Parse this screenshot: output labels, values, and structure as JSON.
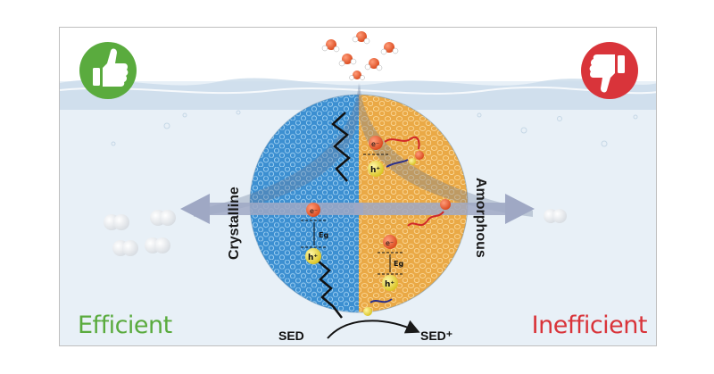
{
  "labels": {
    "crystalline": "Crystalline",
    "amorphous": "Amorphous",
    "efficient": "Efficient",
    "inefficient": "Inefficient",
    "sed": "SED",
    "sed_plus": "SED⁺",
    "electron": "e⁻",
    "hole": "h⁺",
    "bandgap": "Eg"
  },
  "icons": {
    "good": "thumbs-up-icon",
    "bad": "thumbs-down-icon"
  },
  "colors": {
    "good": "#5aab3e",
    "bad": "#d9343a",
    "crystalline": "#3c8fd1",
    "amorphous": "#eaa946",
    "arrow": "#9fa8c4"
  }
}
